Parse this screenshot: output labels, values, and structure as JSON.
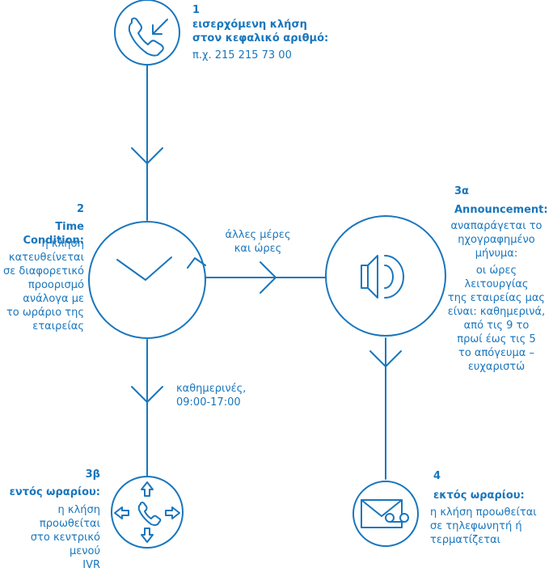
{
  "colors": {
    "accent": "#1976bd",
    "background": "#ffffff"
  },
  "steps": {
    "s1": {
      "number": "1",
      "title_line1": "εισερχόμενη κλήση",
      "title_line2": "στον κεφαλικό αριθμό:",
      "desc": "π.χ. 215 215 73 00",
      "icon": "incoming-call-icon"
    },
    "s2": {
      "number": "2",
      "title": "Time Condition:",
      "desc_lines": [
        "η κλήση",
        "κατευθείνεται",
        "σε διαφορετικό",
        "προορισμό",
        "ανάλογα με",
        "το ωράριο της",
        "εταιρείας"
      ],
      "icon": "clock-icon"
    },
    "s3a": {
      "number": "3α",
      "title": "Announcement:",
      "desc_lines": [
        "αναπαράγεται το",
        "ηχογραφημένο",
        "μήνυμα:"
      ],
      "message_lines": [
        "οι ώρες λειτουργίας",
        "της εταιρείας μας",
        "είναι: καθημερινά,",
        "από τις 9 το",
        "πρωί έως τις 5",
        "το απόγευμα –",
        "ευχαριστώ"
      ],
      "icon": "speaker-icon"
    },
    "s3b": {
      "number": "3β",
      "title": "εντός ωραρίου:",
      "desc_lines": [
        "η κλήση προωθείται",
        "στο κεντρικό μενού",
        "IVR"
      ],
      "icon": "ivr-call-icon"
    },
    "s4": {
      "number": "4",
      "title": "εκτός ωραρίου:",
      "desc_lines": [
        "η κλήση προωθείται",
        "σε τηλεφωνητή ή",
        "τερματίζεται"
      ],
      "icon": "voicemail-icon"
    }
  },
  "edges": {
    "other_times_line1": "άλλες μέρες",
    "other_times_line2": "και ώρες",
    "weekdays_line1": "καθημερινές,",
    "weekdays_line2": "09:00-17:00"
  }
}
